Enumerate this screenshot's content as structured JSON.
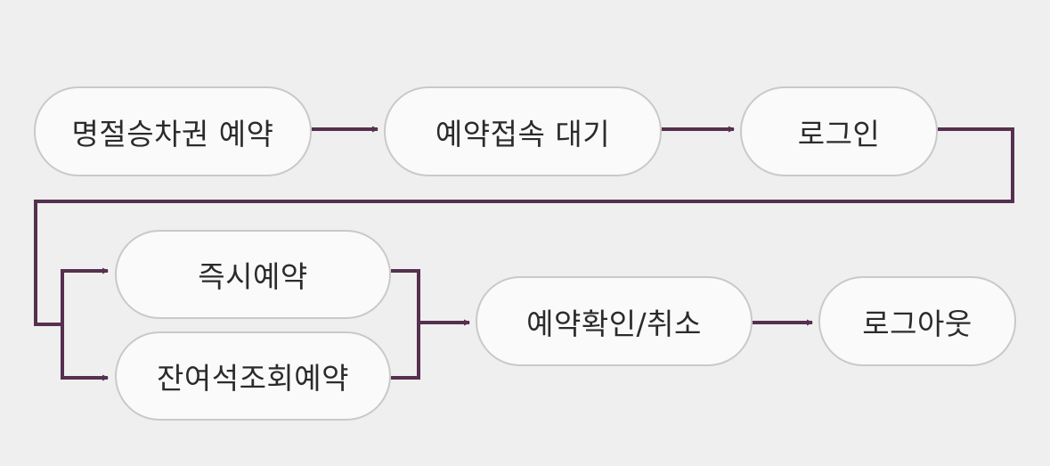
{
  "diagram": {
    "line_color": "#55304f",
    "nodes": {
      "n1": "명절승차권 예약",
      "n2": "예약접속 대기",
      "n3": "로그인",
      "n4": "즉시예약",
      "n5": "잔여석조회예약",
      "n6": "예약확인/취소",
      "n7": "로그아웃"
    }
  }
}
